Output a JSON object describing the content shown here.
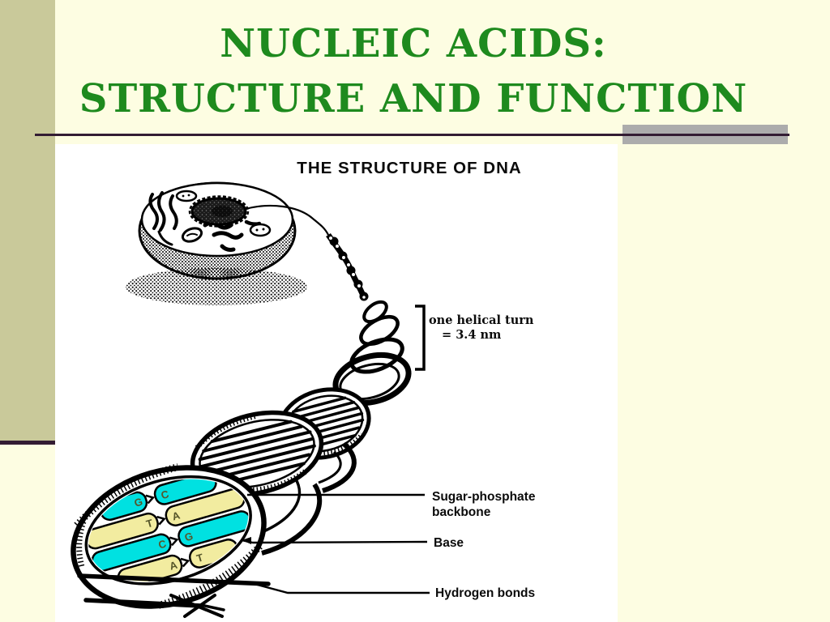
{
  "slide": {
    "title": {
      "line1": "NUCLEIC ACIDS:",
      "line2": "STRUCTURE AND FUNCTION"
    },
    "colors": {
      "background": "#FDFDE2",
      "sidebar_band": "#C9C99A",
      "divider_maroon": "#331C33",
      "accent_gray": "#ACACAC",
      "title_green": "#1E8A1E",
      "figure_background": "#FFFFFF"
    }
  },
  "diagram": {
    "title": "THE STRUCTURE OF DNA",
    "annotations": {
      "helical_turn": {
        "line1": "one helical turn",
        "line2": "= 3.4 nm"
      },
      "backbone": {
        "line1": "Sugar-phosphate",
        "line2": "backbone"
      },
      "base": "Base",
      "hydrogen_bonds": "Hydrogen bonds"
    },
    "base_pairs": [
      {
        "left": "G",
        "right": "C",
        "color_key": "cyan"
      },
      {
        "left": "T",
        "right": "A",
        "color_key": "yellow"
      },
      {
        "left": "C",
        "right": "G",
        "color_key": "cyan"
      },
      {
        "left": "A",
        "right": "T",
        "color_key": "yellow"
      }
    ],
    "base_colors": {
      "cyan": "#00E1E1",
      "yellow": "#F2ECA0"
    }
  }
}
